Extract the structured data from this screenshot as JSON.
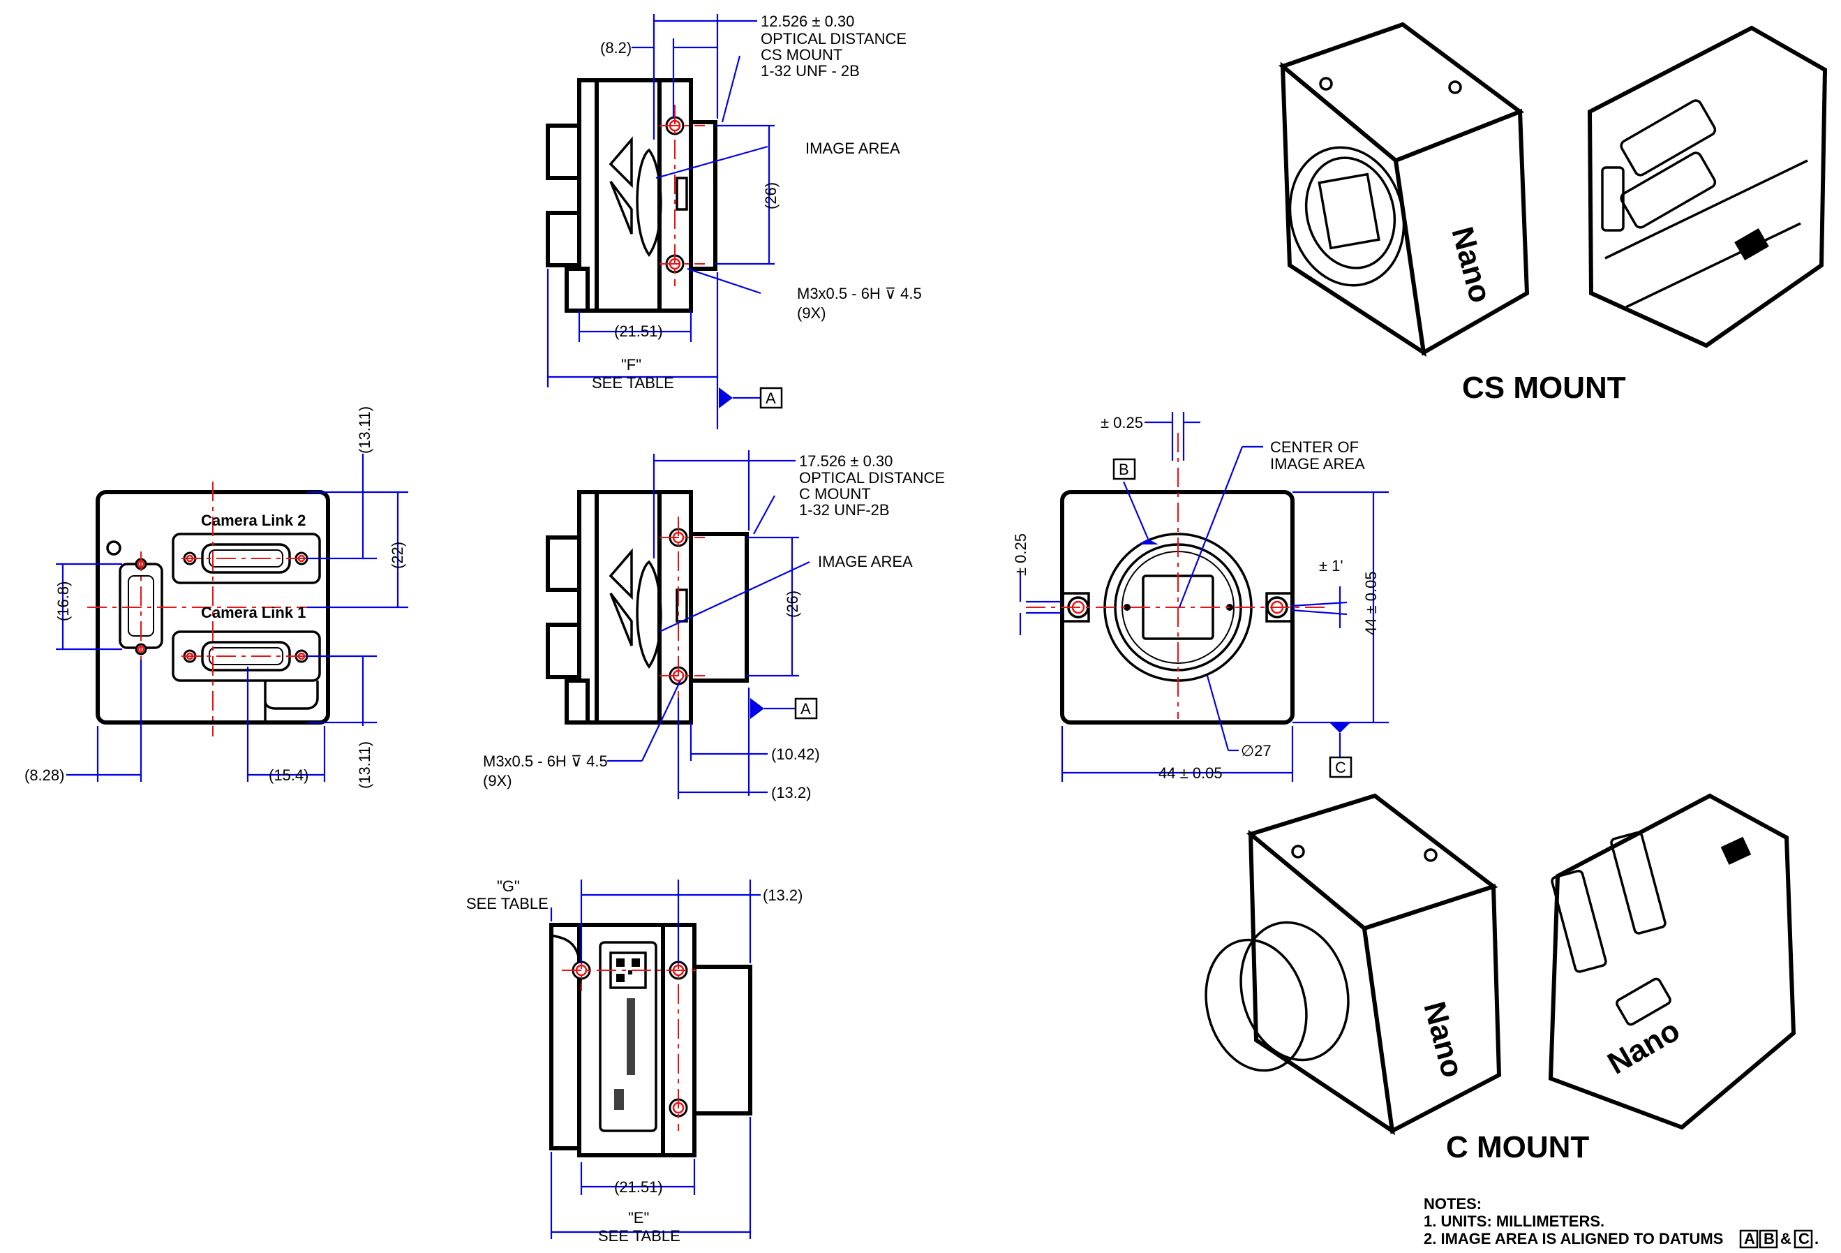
{
  "views": {
    "side_cs": {
      "dim_total": "12.526 ± 0.30",
      "dim_82": "(8.2)",
      "optical_1": "OPTICAL DISTANCE",
      "optical_2": "CS MOUNT",
      "optical_3": "1-32 UNF - 2B",
      "image_area": "IMAGE AREA",
      "dim_26": "(26)",
      "thread": "M3x0.5 - 6H ⊽ 4.5",
      "thread_qty": "(9X)",
      "dim_2151": "(21.51)",
      "f_label": "\"F\"",
      "see_table": "SEE TABLE",
      "datum_a": "A"
    },
    "side_c": {
      "dim_total": "17.526 ± 0.30",
      "optical_1": "OPTICAL DISTANCE",
      "optical_2": "C MOUNT",
      "optical_3": "1-32 UNF-2B",
      "image_area": "IMAGE AREA",
      "dim_26": "(26)",
      "thread": "M3x0.5 - 6H ⊽ 4.5",
      "thread_qty": "(9X)",
      "dim_1042": "(10.42)",
      "dim_132": "(13.2)",
      "datum_a": "A"
    },
    "bottom": {
      "g_label": "\"G\"",
      "see_table_g": "SEE TABLE",
      "dim_132": "(13.2)",
      "dim_2151": "(21.51)",
      "e_label": "\"E\"",
      "see_table_e": "SEE TABLE"
    },
    "back": {
      "camera_link_2": "Camera Link 2",
      "camera_link_1": "Camera Link 1",
      "dim_1311_top": "(13.11)",
      "dim_22": "(22)",
      "dim_168": "(16.8)",
      "dim_1311_bot": "(13.11)",
      "dim_828": "(8.28)",
      "dim_154": "(15.4)"
    },
    "front": {
      "tol_025_top": "± 0.25",
      "tol_025_left": "± 0.25",
      "center_1": "CENTER OF",
      "center_2": "IMAGE AREA",
      "datum_b": "B",
      "datum_c": "C",
      "angle": "± 1'",
      "height": "44 ± 0.05",
      "width": "44 ± 0.05",
      "diameter": "∅27"
    }
  },
  "titles": {
    "cs_mount": "CS MOUNT",
    "c_mount": "C MOUNT"
  },
  "iso": {
    "brand": "Nano"
  },
  "notes": {
    "heading": "NOTES:",
    "n1": "1. UNITS: MILLIMETERS.",
    "n2": "2. IMAGE AREA IS ALIGNED TO DATUMS",
    "datum_a": "A",
    "datum_b": "B",
    "amp": "&",
    "datum_c": "C",
    "end": "."
  }
}
